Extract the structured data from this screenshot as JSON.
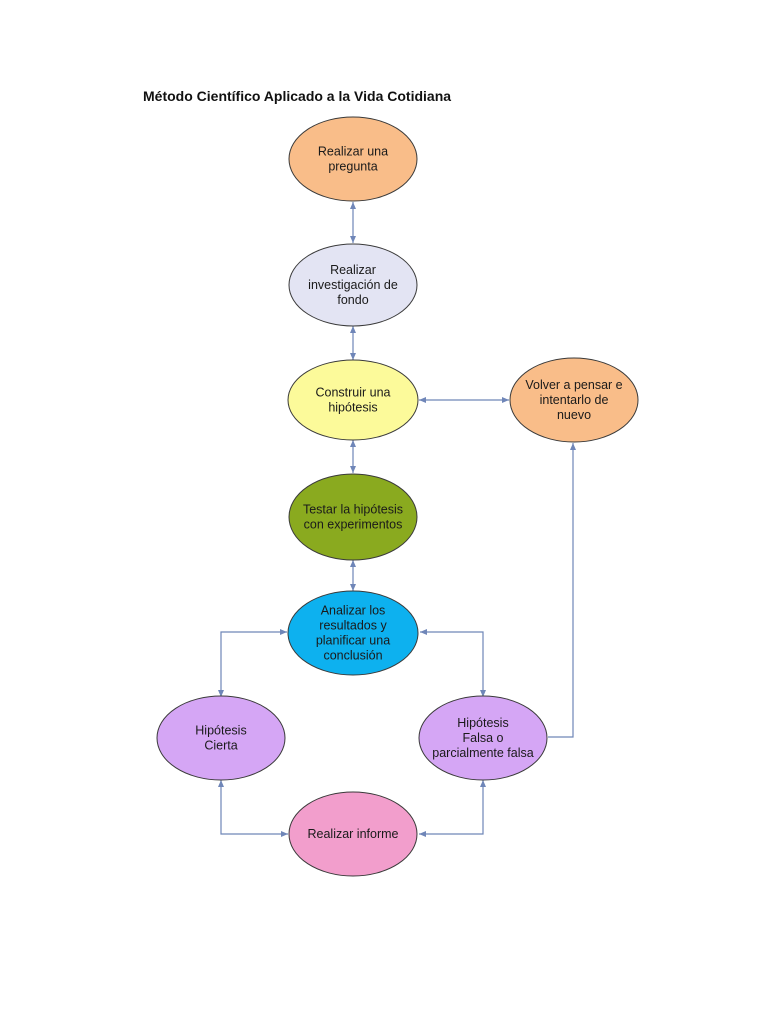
{
  "title": "Método Científico Aplicado a la Vida Cotidiana",
  "colors": {
    "edge": "#6f86b8",
    "node_stroke": "#3a3a3a",
    "orange": "#f9bd89",
    "light_lavender": "#e3e4f3",
    "yellow": "#fcfa9a",
    "olive_green": "#8aaa1f",
    "cyan": "#0db1ef",
    "violet": "#d5a6f5",
    "pink": "#f29ecc"
  },
  "nodes": {
    "pregunta": {
      "lines": [
        "Realizar una",
        "pregunta"
      ]
    },
    "investigacion": {
      "lines": [
        "Realizar",
        "investigación de",
        "fondo"
      ]
    },
    "hipotesis": {
      "lines": [
        "Construir una",
        "hipótesis"
      ]
    },
    "volver": {
      "lines": [
        "Volver a pensar e",
        "intentarlo de",
        "nuevo"
      ]
    },
    "testar": {
      "lines": [
        "Testar la hipótesis",
        "con experimentos"
      ]
    },
    "analizar": {
      "lines": [
        "Analizar los",
        "resultados y",
        "planificar una",
        "conclusión"
      ]
    },
    "cierta": {
      "lines": [
        "Hipótesis",
        "Cierta"
      ]
    },
    "falsa": {
      "lines": [
        "Hipótesis",
        "Falsa o",
        "parcialmente falsa"
      ]
    },
    "informe": {
      "lines": [
        "Realizar informe"
      ]
    }
  }
}
